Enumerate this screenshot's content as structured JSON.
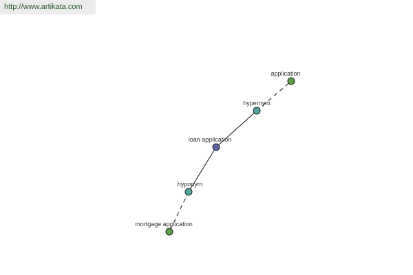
{
  "watermark": {
    "url": "http://www.artikata.com"
  },
  "graph": {
    "nodes": [
      {
        "id": "application",
        "label": "application",
        "color": "#5a9e48"
      },
      {
        "id": "hypernym",
        "label": "hypernym",
        "color": "#4fa6a0"
      },
      {
        "id": "loan-application",
        "label": "loan application",
        "color": "#5a64a8"
      },
      {
        "id": "hyponym",
        "label": "hyponym",
        "color": "#4fa6a0"
      },
      {
        "id": "mortgage-application",
        "label": "mortgage application",
        "color": "#5a9e48"
      }
    ],
    "edges": [
      {
        "from": "hypernym",
        "to": "application",
        "style": "dashed"
      },
      {
        "from": "loan-application",
        "to": "hypernym",
        "style": "solid"
      },
      {
        "from": "loan-application",
        "to": "hyponym",
        "style": "solid"
      },
      {
        "from": "hyponym",
        "to": "mortgage-application",
        "style": "dashed"
      }
    ]
  }
}
